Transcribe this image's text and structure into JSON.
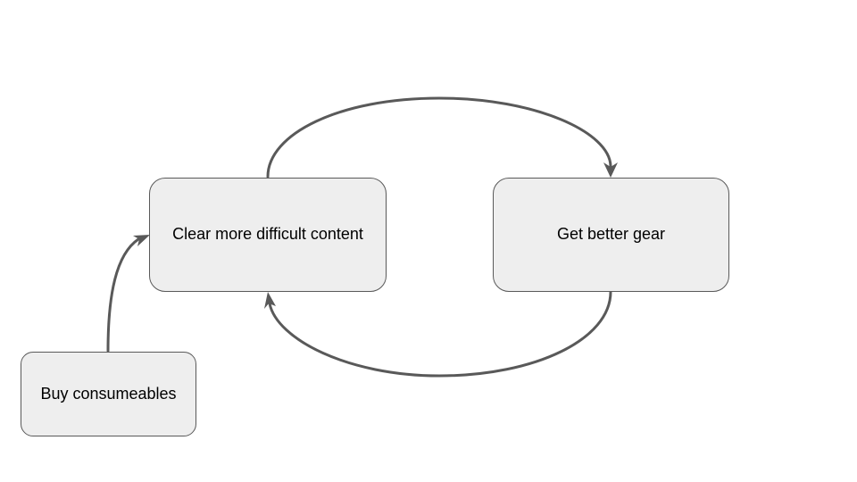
{
  "colors": {
    "node_fill": "#eeeeee",
    "node_border": "#595959",
    "edge_stroke": "#595959",
    "text": "#000000",
    "background": "#ffffff"
  },
  "nodes": {
    "clear_content": {
      "label": "Clear more difficult content"
    },
    "better_gear": {
      "label": "Get better gear"
    },
    "buy_consumables": {
      "label": "Buy consumeables"
    }
  },
  "edges": [
    {
      "from": "clear_content",
      "to": "better_gear",
      "label": ""
    },
    {
      "from": "better_gear",
      "to": "clear_content",
      "label": ""
    },
    {
      "from": "buy_consumables",
      "to": "clear_content",
      "label": ""
    }
  ]
}
